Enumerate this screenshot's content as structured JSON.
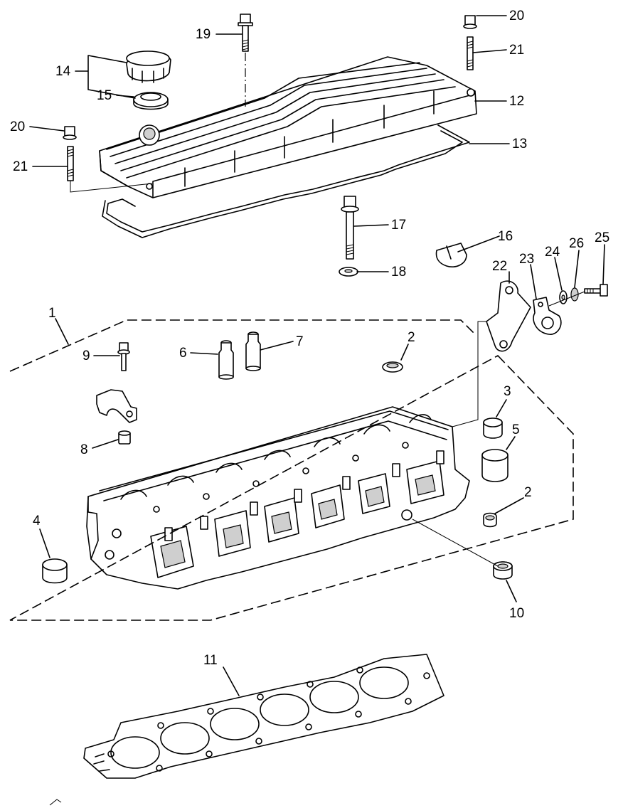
{
  "diagram": {
    "callouts": {
      "c1": "1",
      "c2a": "2",
      "c2b": "2",
      "c3": "3",
      "c4": "4",
      "c5": "5",
      "c6": "6",
      "c7": "7",
      "c8": "8",
      "c9": "9",
      "c10": "10",
      "c11": "11",
      "c12": "12",
      "c13": "13",
      "c14": "14",
      "c15": "15",
      "c16": "16",
      "c17": "17",
      "c18": "18",
      "c19": "19",
      "c20a": "20",
      "c20b": "20",
      "c21a": "21",
      "c21b": "21",
      "c22": "22",
      "c23": "23",
      "c24": "24",
      "c25": "25",
      "c26": "26"
    }
  }
}
